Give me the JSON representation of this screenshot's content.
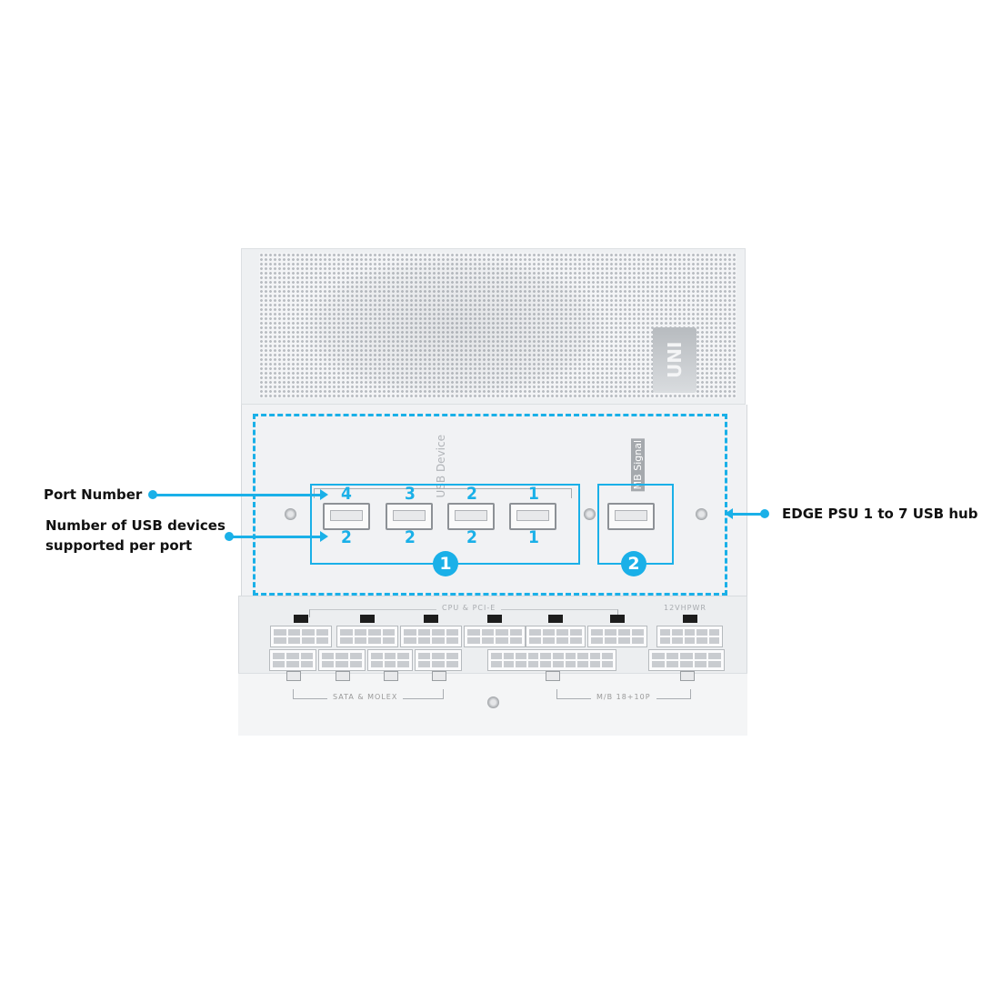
{
  "callouts": {
    "port_number": "Port Number",
    "usb_devices_line1": "Number of USB devices",
    "usb_devices_line2": "supported per port",
    "hub": "EDGE PSU 1 to 7 USB hub"
  },
  "device": {
    "logo": "UNI",
    "usb_device_label": "USB Device",
    "mb_signal_label": "MB Signal",
    "ports": [
      {
        "port_number": "4",
        "devices": "2"
      },
      {
        "port_number": "3",
        "devices": "2"
      },
      {
        "port_number": "2",
        "devices": "2"
      },
      {
        "port_number": "1",
        "devices": "1"
      }
    ],
    "group_badges": [
      "1",
      "2"
    ],
    "cpu_pcie_label": "CPU & PCI-E",
    "hpwr_label": "12VHPWR",
    "sata_label": "SATA & MOLEX",
    "mb_label": "M/B 18+10P"
  },
  "colors": {
    "accent": "#1ab0e8"
  }
}
